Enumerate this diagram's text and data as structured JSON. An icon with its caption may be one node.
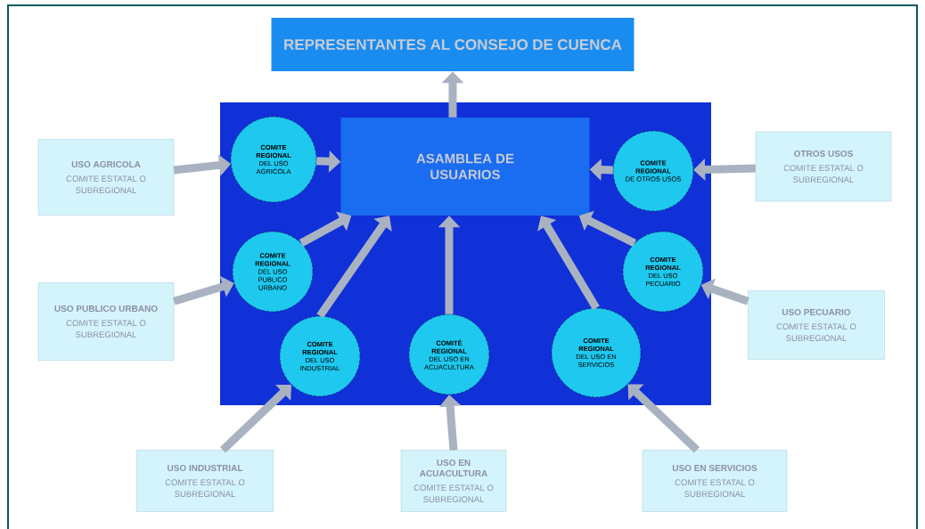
{
  "diagram": {
    "nodes": [
      {
        "text": [
          "REPRESENTANTES AL CONSEJO DE CUENCA"
        ]
      },
      {
        "text": [],
        "shape": "box"
      },
      {
        "text": [
          "ASAMBLEA DE USUARIOS"
        ],
        "in": 1
      },
      {
        "text": [
          "USO AGRICOLA",
          "COMITE ESTATAL O SUBREGIONAL"
        ]
      },
      {
        "text": [
          "COMITE REGIONAL",
          "DEL USO AGRICOLA"
        ],
        "in": 1
      },
      {
        "text": [
          "COMITE REGIONAL",
          "DE OTROS USOS"
        ],
        "in": 1
      },
      {
        "text": [
          "OTROS USOS",
          "COMITE ESTATAL O SUBREGIONAL"
        ]
      },
      {
        "text": [
          "COMITE REGIONAL",
          "DEL USO PUBLICO URBANO"
        ],
        "in": 1
      },
      {
        "text": [
          "COMITE REGIONAL",
          "DEL USO PECUARIO"
        ],
        "in": 1
      },
      {
        "text": [
          "USO PUBLICO URBANO",
          "COMITE ESTATAL O SUBREGIONAL"
        ]
      },
      {
        "text": [
          "COMITE REGIONAL",
          "DEL USO INDUSTRIAL"
        ],
        "in": 1
      },
      {
        "text": [
          "COMITÉ REGIONAL",
          "DEL USO EN ACUACULTURA"
        ],
        "in": 1
      },
      {
        "text": [
          "COMITE REGIONAL",
          "DEL USO EN SERVICIOS"
        ],
        "in": 1
      },
      {
        "text": [
          "USO PECUARIO",
          "COMITE ESTATAL O SUBREGIONAL"
        ]
      },
      {
        "text": [
          "USO INDUSTRIAL",
          "COMITE ESTATAL O SUBREGIONAL"
        ]
      },
      {
        "text": [
          "USO EN ACUACULTURA",
          "COMITE ESTATAL O SUBREGIONAL"
        ]
      },
      {
        "text": [
          "USO EN SERVICIOS",
          "COMITE ESTATAL O SUBREGIONAL"
        ]
      }
    ],
    "edges": [
      {
        "from": 2,
        "to": 0,
        "arrow": "to"
      },
      {
        "from": 3,
        "to": 4,
        "arrow": "to"
      },
      {
        "from": 4,
        "to": 2,
        "arrow": "to"
      },
      {
        "from": 6,
        "to": 5,
        "arrow": "to"
      },
      {
        "from": 5,
        "to": 2,
        "arrow": "to"
      },
      {
        "from": 7,
        "to": 2,
        "arrow": "to"
      },
      {
        "from": 10,
        "to": 2,
        "arrow": "to"
      },
      {
        "from": 11,
        "to": 2,
        "arrow": "to"
      },
      {
        "from": 12,
        "to": 2,
        "arrow": "to"
      },
      {
        "from": 8,
        "to": 2,
        "arrow": "to"
      },
      {
        "from": 9,
        "to": 7,
        "arrow": "to"
      },
      {
        "from": 13,
        "to": 8,
        "arrow": "to"
      },
      {
        "from": 14,
        "to": 10,
        "arrow": "to"
      },
      {
        "from": 15,
        "to": 11,
        "arrow": "to"
      },
      {
        "from": 16,
        "to": 12,
        "arrow": "to"
      }
    ]
  }
}
